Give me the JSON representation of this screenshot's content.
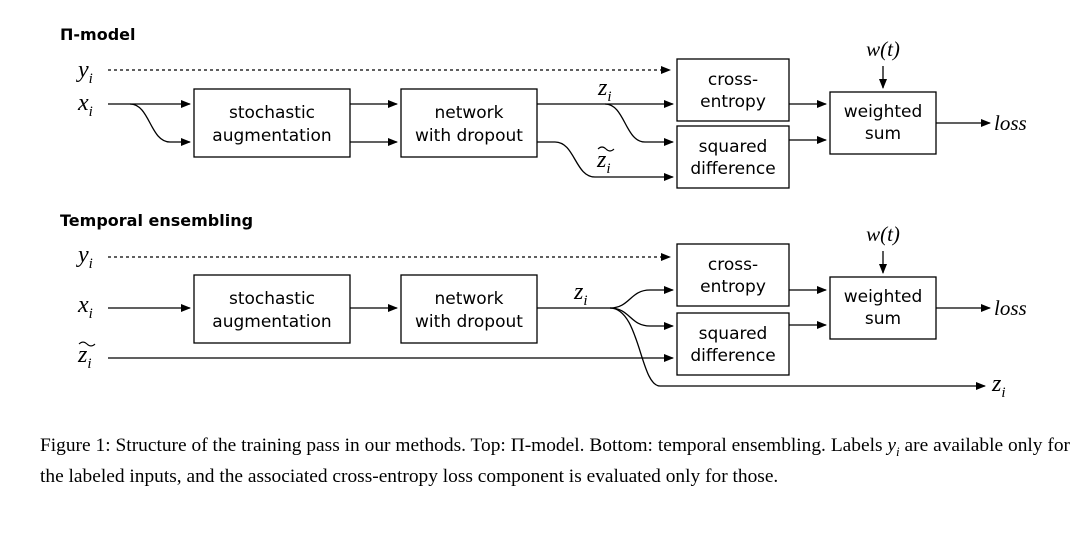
{
  "figure": {
    "top": {
      "title": "Π-model",
      "inputs": {
        "y": {
          "base": "y",
          "sub": "i"
        },
        "x": {
          "base": "x",
          "sub": "i"
        }
      },
      "boxes": {
        "augmentation": [
          "stochastic",
          "augmentation"
        ],
        "network": [
          "network",
          "with dropout"
        ],
        "cross_entropy": [
          "cross-",
          "entropy"
        ],
        "squared_difference": [
          "squared",
          "difference"
        ],
        "weighted_sum": [
          "weighted",
          "sum"
        ]
      },
      "z_label": {
        "base": "z",
        "sub": "i"
      },
      "z_tilde_label": {
        "base": "z",
        "sub": "i"
      },
      "weight": "w(t)",
      "output": "loss"
    },
    "bottom": {
      "title": "Temporal ensembling",
      "inputs": {
        "y": {
          "base": "y",
          "sub": "i"
        },
        "x": {
          "base": "x",
          "sub": "i"
        },
        "z_tilde": {
          "base": "z",
          "sub": "i"
        }
      },
      "boxes": {
        "augmentation": [
          "stochastic",
          "augmentation"
        ],
        "network": [
          "network",
          "with dropout"
        ],
        "cross_entropy": [
          "cross-",
          "entropy"
        ],
        "squared_difference": [
          "squared",
          "difference"
        ],
        "weighted_sum": [
          "weighted",
          "sum"
        ]
      },
      "z_label": {
        "base": "z",
        "sub": "i"
      },
      "weight": "w(t)",
      "output": "loss",
      "z_output": {
        "base": "z",
        "sub": "i"
      }
    }
  },
  "caption": {
    "part1": "Figure 1: Structure of the training pass in our methods. Top: Π-model. Bottom: temporal ensembling. Labels ",
    "y_base": "y",
    "y_sub": "i",
    "part2": " are available only for the labeled inputs, and the associated cross-entropy loss component is evaluated only for those."
  }
}
